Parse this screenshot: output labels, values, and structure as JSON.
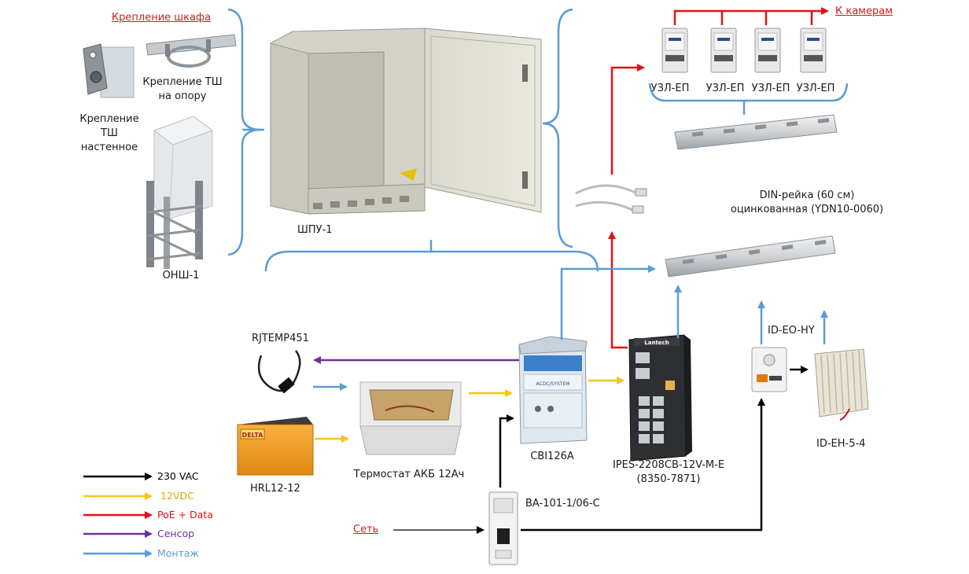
{
  "labels": {
    "cabinet_mounting": "Крепление шкафа",
    "pole_mount": "Крепление ТШ\nна опору",
    "wall_mount": "Крепление\nТШ\nнастенное",
    "onsh": "ОНШ-1",
    "shpu": "ШПУ-1",
    "to_cameras": "К камерам",
    "uzl_1": "УЗЛ-ЕП",
    "uzl_2": "УЗЛ-ЕП",
    "uzl_3": "УЗЛ-ЕП",
    "uzl_4": "УЗЛ-ЕП",
    "din_rail": "DIN-рейка (60 см)\nоцинкованная (YDN10-0060)",
    "rjtemp": "RJTEMP451",
    "hrl": "HRL12-12",
    "thermostat": "Термостат АКБ 12Ач",
    "cbi": "CBI126A",
    "ipes": "IPES-2208CB-12V-M-E\n(8350-7871)",
    "breaker": "BA-101-1/06-C",
    "mains": "Сеть",
    "id_eo": "ID-EO-HY",
    "id_eh": "ID-EH-5-4"
  },
  "device_marks": {
    "lantech": "Lantech",
    "delta": "DELTA",
    "acdc": "ACDC/SYSTEM",
    "uzl_brand": "УЗЛ-ЕП"
  },
  "legend": [
    {
      "label": "230 VAC",
      "color": "#000000"
    },
    {
      "label": "12VDC",
      "color": "#f5c518"
    },
    {
      "label": "PoE + Data",
      "color": "#e31212"
    },
    {
      "label": "Сенсор",
      "color": "#7030a0"
    },
    {
      "label": "Монтаж",
      "color": "#5b9bd5"
    }
  ],
  "colors": {
    "power": "#000000",
    "dc": "#f5c518",
    "poe": "#e31212",
    "sensor": "#7030a0",
    "mount": "#5b9bd5"
  }
}
